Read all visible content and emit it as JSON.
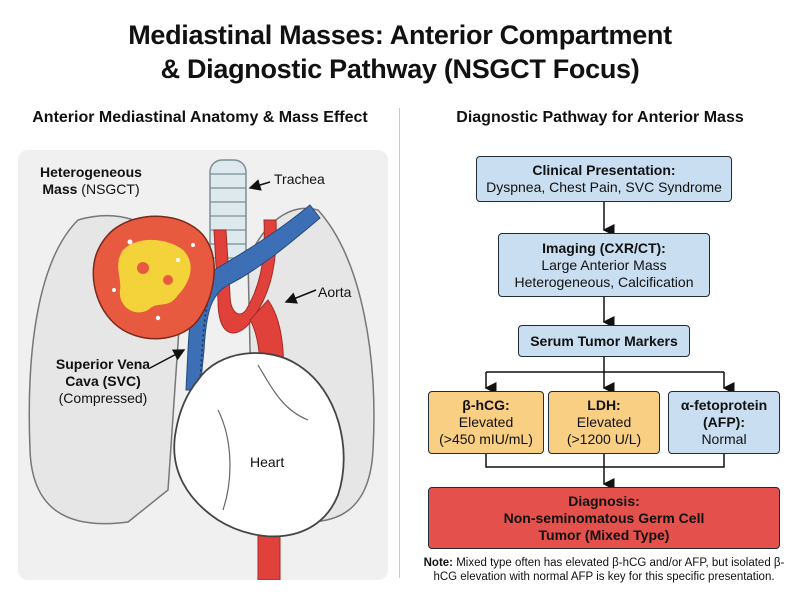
{
  "title": {
    "line1": "Mediastinal Masses: Anterior Compartment",
    "line2": "& Diagnostic Pathway (NSGCT Focus)"
  },
  "left_panel": {
    "title": "Anterior Mediastinal Anatomy & Mass Effect",
    "labels": {
      "mass_bold_1": "Heterogeneous",
      "mass_bold_2": "Mass",
      "mass_rest": " (NSGCT)",
      "trachea": "Trachea",
      "aorta": "Aorta",
      "svc_bold_1": "Superior Vena",
      "svc_bold_2": "Cava (SVC)",
      "svc_rest": "(Compressed)",
      "heart": "Heart"
    }
  },
  "right_panel": {
    "title": "Diagnostic Pathway for Anterior Mass",
    "clinical": {
      "heading": "Clinical Presentation:",
      "text": "Dyspnea, Chest Pain, SVC Syndrome"
    },
    "imaging": {
      "heading": "Imaging (CXR/CT):",
      "line1": "Large Anterior Mass",
      "line2": "Heterogeneous, Calcification"
    },
    "markers": {
      "heading": "Serum Tumor Markers"
    },
    "hcg": {
      "heading": "β-hCG:",
      "line1": "Elevated",
      "line2": "(>450 mIU/mL)"
    },
    "ldh": {
      "heading": "LDH:",
      "line1": "Elevated",
      "line2": "(>1200 U/L)"
    },
    "afp": {
      "heading1": "α-fetoprotein",
      "heading2": "(AFP):",
      "line1": "Normal"
    },
    "diagnosis": {
      "heading": "Diagnosis:",
      "line1": "Non-seminomatous Germ Cell",
      "line2": "Tumor (Mixed Type)"
    },
    "note": {
      "label": "Note:",
      "text": " Mixed type often has elevated β-hCG and/or AFP, but isolated β-hCG elevation with normal AFP is key for this specific presentation."
    }
  }
}
